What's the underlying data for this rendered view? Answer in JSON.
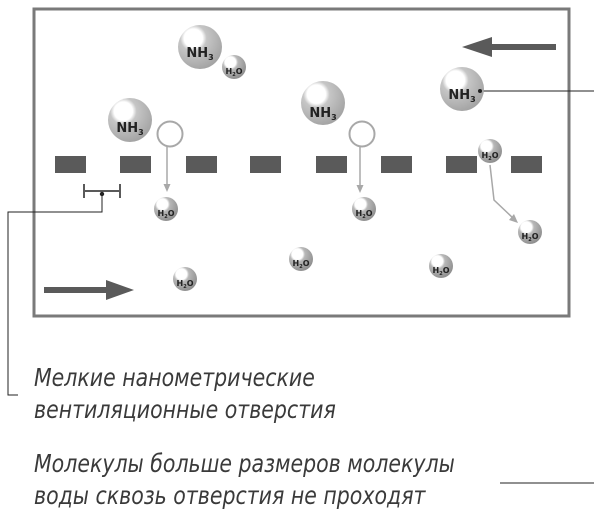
{
  "molecules": {
    "nh3": {
      "main": "NH",
      "sub": "3"
    },
    "h2o": {
      "pre": "H",
      "sub": "2",
      "post": "O"
    }
  },
  "captions": {
    "pores": {
      "line1": "Мелкие нанометрические",
      "line2": "вентиляционные отверстия"
    },
    "molecules": {
      "line1": "Молекулы больше размеров молекулы",
      "line2": "воды сквозь отверстия не проходят"
    }
  },
  "colors": {
    "panel_border": "#7a7a7a",
    "membrane": "#5a5a5a",
    "arrow": "#5a5a5a",
    "flow_line": "#a8a8a8",
    "nh3_fill": "#a9a9a9",
    "h2o_fill": "#999999",
    "leader": "#222222"
  }
}
